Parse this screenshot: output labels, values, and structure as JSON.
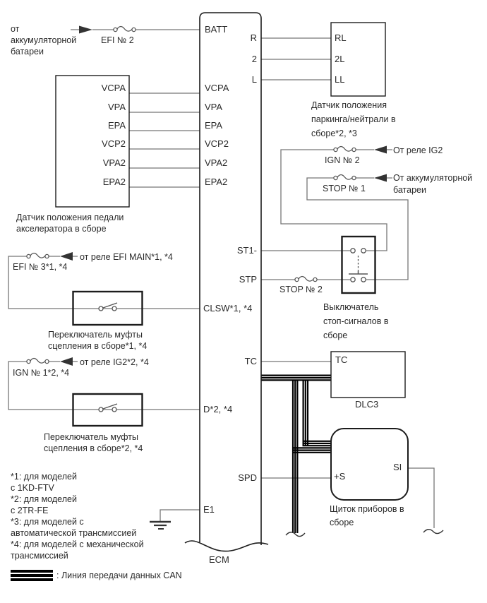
{
  "ecm": {
    "label": "ECM",
    "pins": {
      "batt": "BATT",
      "vcpa": "VCPA",
      "vpa": "VPA",
      "epa": "EPA",
      "vcp2": "VCP2",
      "vpa2": "VPA2",
      "epa2": "EPA2",
      "clsw": "CLSW*1, *4",
      "d": "D*2, *4",
      "e1": "E1",
      "r": "R",
      "two": "2",
      "l": "L",
      "st1": "ST1-",
      "stp": "STP",
      "tc": "TC",
      "spd": "SPD"
    }
  },
  "pedal_sensor": {
    "label": "Датчик положения педали\nакселератора в сборе",
    "pins": {
      "vcpa": "VCPA",
      "vpa": "VPA",
      "epa": "EPA",
      "vcp2": "VCP2",
      "vpa2": "VPA2",
      "epa2": "EPA2"
    }
  },
  "park_neutral_sensor": {
    "label": "Датчик положения\nпаркинга/нейтрали в\nсборе*2, *3",
    "pins": {
      "rl": "RL",
      "l2": "2L",
      "ll": "LL"
    }
  },
  "stop_switch": {
    "label": "Выключатель\nстоп-сигналов в\nсборе"
  },
  "clutch_switch_1": {
    "label": "Переключатель муфты\nсцепления в сборе*1, *4"
  },
  "clutch_switch_2": {
    "label": "Переключатель муфты\nсцепления в сборе*2, *4"
  },
  "dlc3": {
    "label": "DLC3",
    "pins": {
      "tc": "TC"
    }
  },
  "cluster": {
    "label": "Щиток приборов в\nсборе",
    "pins": {
      "plus_s": "+S",
      "si": "SI"
    }
  },
  "fuses": {
    "efi2": "EFI № 2",
    "efi3": "EFI № 3*1, *4",
    "ign1": "IGN № 1*2, *4",
    "ign2": "IGN № 2",
    "stop1": "STOP № 1",
    "stop2": "STOP № 2"
  },
  "sources": {
    "battery_left": "от\nаккумуляторной\nбатареи",
    "efi_main_relay": "от реле EFI MAIN*1, *4",
    "ig2_relay_left": "от реле IG2*2, *4",
    "ig2_relay_right": "От реле IG2",
    "battery_right": "От аккумуляторной\nбатареи"
  },
  "notes": "*1: для моделей\nс 1KD-FTV\n*2: для моделей\nс 2TR-FE\n*3: для моделей с\nавтоматической трансмиссией\n*4: для моделей с механической\nтрансмиссией",
  "legend": {
    "can_line": ": Линия передачи данных CAN"
  }
}
